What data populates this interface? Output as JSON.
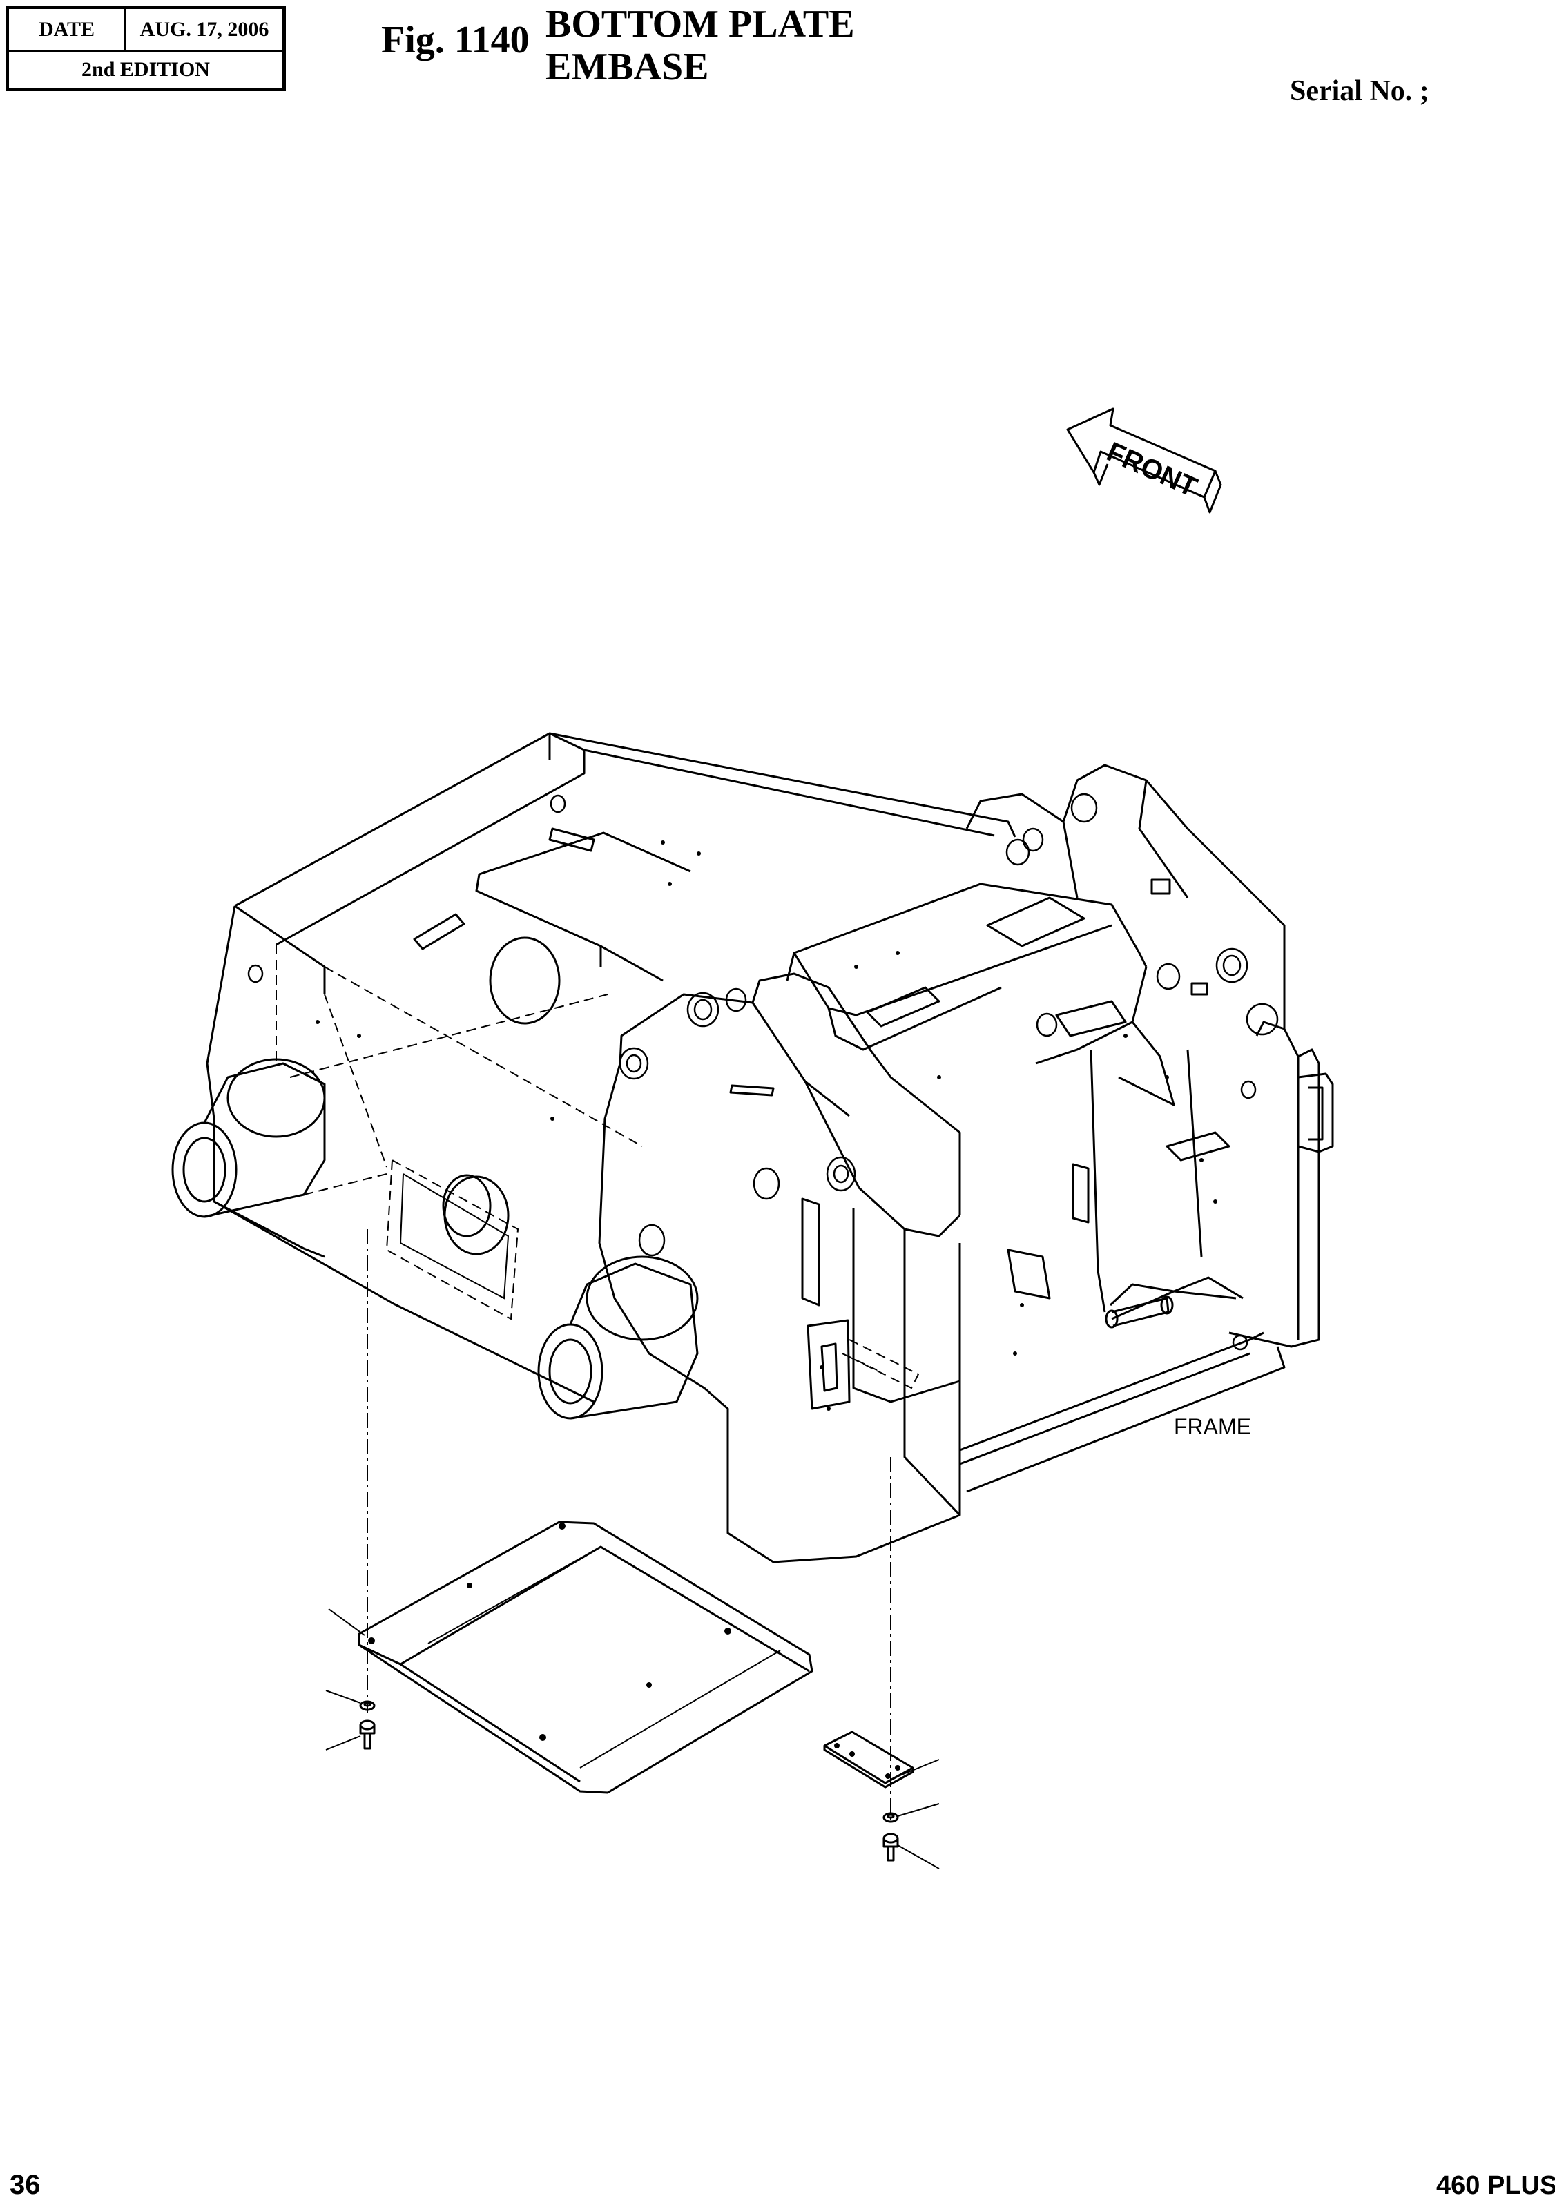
{
  "header": {
    "date_label": "DATE",
    "date_value": "AUG. 17, 2006",
    "edition": "2nd EDITION",
    "fig_label": "Fig. 1140",
    "title_line1": "BOTTOM  PLATE",
    "title_line2": "EMBASE",
    "serial": "Serial No. ;"
  },
  "drawing": {
    "front_arrow_label": "FRONT",
    "frame_label": "FRAME"
  },
  "footer": {
    "page_number": "36",
    "model": "460 PLUS"
  }
}
